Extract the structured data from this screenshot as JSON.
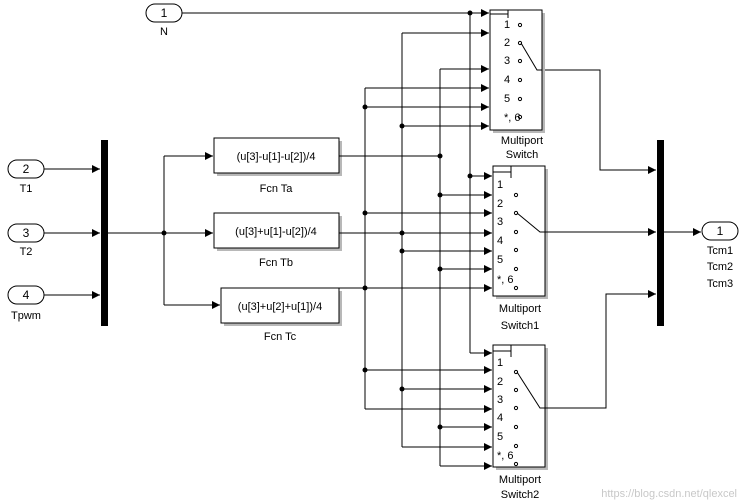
{
  "inports": [
    {
      "number": "1",
      "label": "N"
    },
    {
      "number": "2",
      "label": "T1"
    },
    {
      "number": "3",
      "label": "T2"
    },
    {
      "number": "4",
      "label": "Tpwm"
    }
  ],
  "fcn_blocks": [
    {
      "expression": "(u[3]-u[1]-u[2])/4",
      "name": "Fcn Ta"
    },
    {
      "expression": "(u[3]+u[1]-u[2])/4",
      "name": "Fcn Tb"
    },
    {
      "expression": "(u[3]+u[2]+u[1])/4",
      "name": "Fcn Tc"
    }
  ],
  "switches": [
    {
      "name_line1": "Multiport",
      "name_line2": "Switch",
      "ports": [
        "1",
        "2",
        "3",
        "4",
        "5",
        "*, 6"
      ]
    },
    {
      "name_line1": "Multiport",
      "name_line2": "Switch1",
      "ports": [
        "1",
        "2",
        "3",
        "4",
        "5",
        "*, 6"
      ]
    },
    {
      "name_line1": "Multiport",
      "name_line2": "Switch2",
      "ports": [
        "1",
        "2",
        "3",
        "4",
        "5",
        "*, 6"
      ]
    }
  ],
  "outport": {
    "number": "1",
    "labels": [
      "Tcm1",
      "Tcm2",
      "Tcm3"
    ]
  },
  "watermark": "https://blog.csdn.net/qlexcel"
}
